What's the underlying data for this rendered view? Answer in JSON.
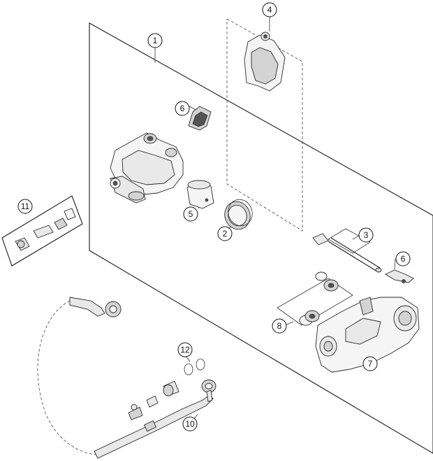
{
  "callouts": [
    {
      "id": "c1",
      "label": "1"
    },
    {
      "id": "c2",
      "label": "2"
    },
    {
      "id": "c3",
      "label": "3"
    },
    {
      "id": "c4",
      "label": "4"
    },
    {
      "id": "c5",
      "label": "5"
    },
    {
      "id": "c6a",
      "label": "6"
    },
    {
      "id": "c6b",
      "label": "6"
    },
    {
      "id": "c7",
      "label": "7"
    },
    {
      "id": "c8",
      "label": "8"
    },
    {
      "id": "c10",
      "label": "10"
    },
    {
      "id": "c11",
      "label": "11"
    },
    {
      "id": "c12",
      "label": "12"
    }
  ]
}
